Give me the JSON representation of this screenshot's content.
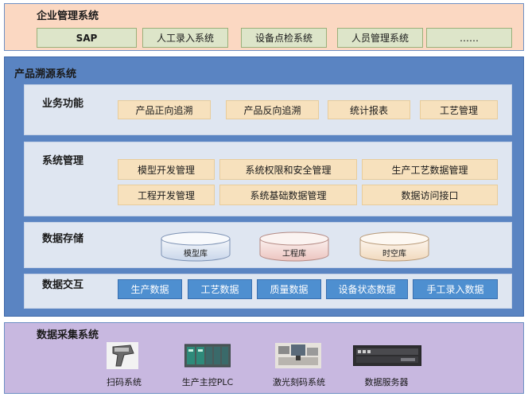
{
  "enterprise": {
    "title": "企业管理系统",
    "items": [
      "SAP",
      "人工录入系统",
      "设备点检系统",
      "人员管理系统",
      "……"
    ]
  },
  "trace": {
    "title": "产品溯源系统",
    "business": {
      "label": "业务功能",
      "items": [
        "产品正向追溯",
        "产品反向追溯",
        "统计报表",
        "工艺管理"
      ]
    },
    "sysmgmt": {
      "label": "系统管理",
      "items": [
        "模型开发管理",
        "系统权限和安全管理",
        "生产工艺数据管理",
        "工程开发管理",
        "系统基础数据管理",
        "数据访问接口"
      ]
    },
    "storage": {
      "label": "数据存储",
      "items": [
        "模型库",
        "工程库",
        "时空库"
      ]
    },
    "exchange": {
      "label": "数据交互",
      "items": [
        "生产数据",
        "工艺数据",
        "质量数据",
        "设备状态数据",
        "手工录入数据"
      ]
    }
  },
  "collect": {
    "title": "数据采集系统",
    "items": [
      "扫码系统",
      "生产主控PLC",
      "激光刻码系统",
      "数据服务器"
    ],
    "icons": [
      "barcode-scanner-icon",
      "plc-icon",
      "laser-marking-icon",
      "server-icon"
    ]
  }
}
